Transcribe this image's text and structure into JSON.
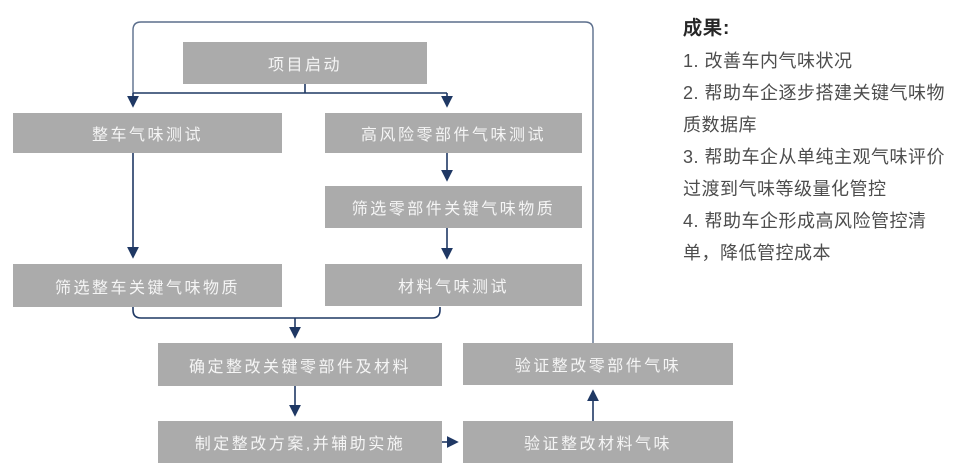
{
  "colors": {
    "box_fill": "#ABABAB",
    "box_text": "#F5F5F5",
    "connector": "#1F3864",
    "loop_line": "#5B6E8C",
    "panel_title": "#262626",
    "panel_text": "#4D4D4D",
    "background": "#FFFFFF"
  },
  "flowchart": {
    "nodes": {
      "start": {
        "label": "项目启动"
      },
      "vehicle_test": {
        "label": "整车气味测试"
      },
      "parts_test": {
        "label": "高风险零部件气味测试"
      },
      "parts_screen": {
        "label": "筛选零部件关键气味物质"
      },
      "vehicle_screen": {
        "label": "筛选整车关键气味物质"
      },
      "material_test": {
        "label": "材料气味测试"
      },
      "confirm": {
        "label": "确定整改关键零部件及材料"
      },
      "verify_parts": {
        "label": "验证整改零部件气味"
      },
      "plan": {
        "label": "制定整改方案,并辅助实施"
      },
      "verify_material": {
        "label": "验证整改材料气味"
      }
    }
  },
  "results_panel": {
    "title": "成果:",
    "items": [
      "1. 改善车内气味状况",
      "2. 帮助车企逐步搭建关键气味物质数据库",
      "3. 帮助车企从单纯主观气味评价过渡到气味等级量化管控",
      "4. 帮助车企形成高风险管控清单，降低管控成本"
    ]
  }
}
